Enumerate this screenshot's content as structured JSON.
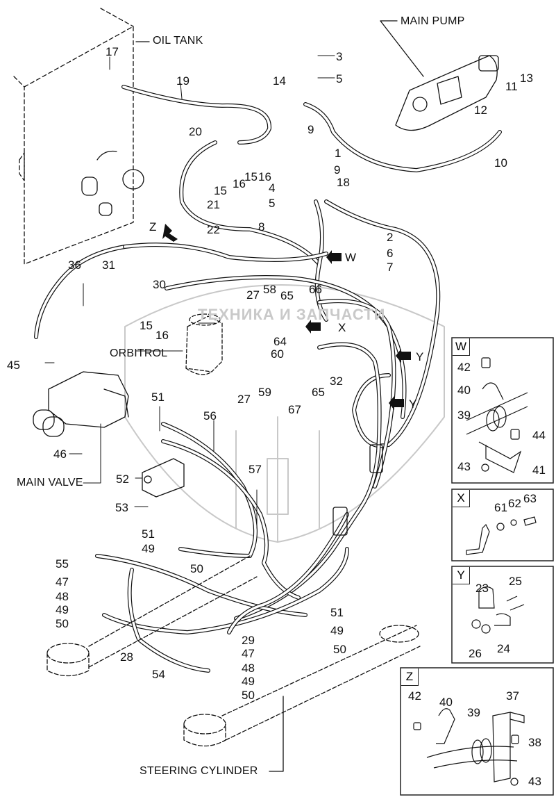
{
  "diagram": {
    "title": "Steering hydraulic piping – exploded parts diagram",
    "watermark": "ТЕХНИКА И ЗАПЧАСТИ",
    "component_labels": {
      "oil_tank": "OIL TANK",
      "main_pump": "MAIN PUMP",
      "orbitrol": "ORBITROL",
      "main_valve": "MAIN VALVE",
      "steering_cylinder": "STEERING CYLINDER"
    },
    "view_markers": {
      "z": "Z",
      "w": "W",
      "x": "X",
      "y1": "Y",
      "y2": "Y"
    },
    "callouts_main": {
      "c17": "17",
      "c19": "19",
      "c3": "3",
      "c5a": "5",
      "c14": "14",
      "c9a": "9",
      "c1": "1",
      "c9b": "9",
      "c18": "18",
      "c4": "4",
      "c5b": "5",
      "c8": "8",
      "c20": "20",
      "c15a": "15",
      "c16a": "16",
      "c15b": "15",
      "c16b": "16",
      "c21": "21",
      "c22": "22",
      "c13": "13",
      "c11": "11",
      "c12": "12",
      "c10": "10",
      "c2": "2",
      "c6": "6",
      "c7": "7",
      "c31": "31",
      "c36": "36",
      "c30": "30",
      "c15c": "15",
      "c16c": "16",
      "c27a": "27",
      "c58": "58",
      "c65a": "65",
      "c66": "66",
      "c64": "64",
      "c60": "60",
      "c65b": "65",
      "c32": "32",
      "c27b": "27",
      "c59": "59",
      "c67": "67",
      "c45": "45",
      "c46": "46",
      "c51a": "51",
      "c56": "56",
      "c52": "52",
      "c53": "53",
      "c57": "57",
      "c51b": "51",
      "c49a": "49",
      "c50a": "50",
      "c55": "55",
      "c47a": "47",
      "c48a": "48",
      "c49b": "49",
      "c50b": "50",
      "c28": "28",
      "c54": "54",
      "c51c": "51",
      "c49c": "49",
      "c29": "29",
      "c47b": "47",
      "c48b": "48",
      "c49d": "49",
      "c50c": "50",
      "c50d": "50"
    },
    "inset_w": {
      "tag": "W",
      "callouts": [
        "42",
        "40",
        "39",
        "44",
        "43",
        "41"
      ]
    },
    "inset_x": {
      "tag": "X",
      "callouts": [
        "61",
        "62",
        "63"
      ]
    },
    "inset_y": {
      "tag": "Y",
      "callouts": [
        "23",
        "25",
        "26",
        "24"
      ]
    },
    "inset_z": {
      "tag": "Z",
      "callouts": [
        "42",
        "40",
        "39",
        "37",
        "38",
        "43"
      ]
    }
  }
}
